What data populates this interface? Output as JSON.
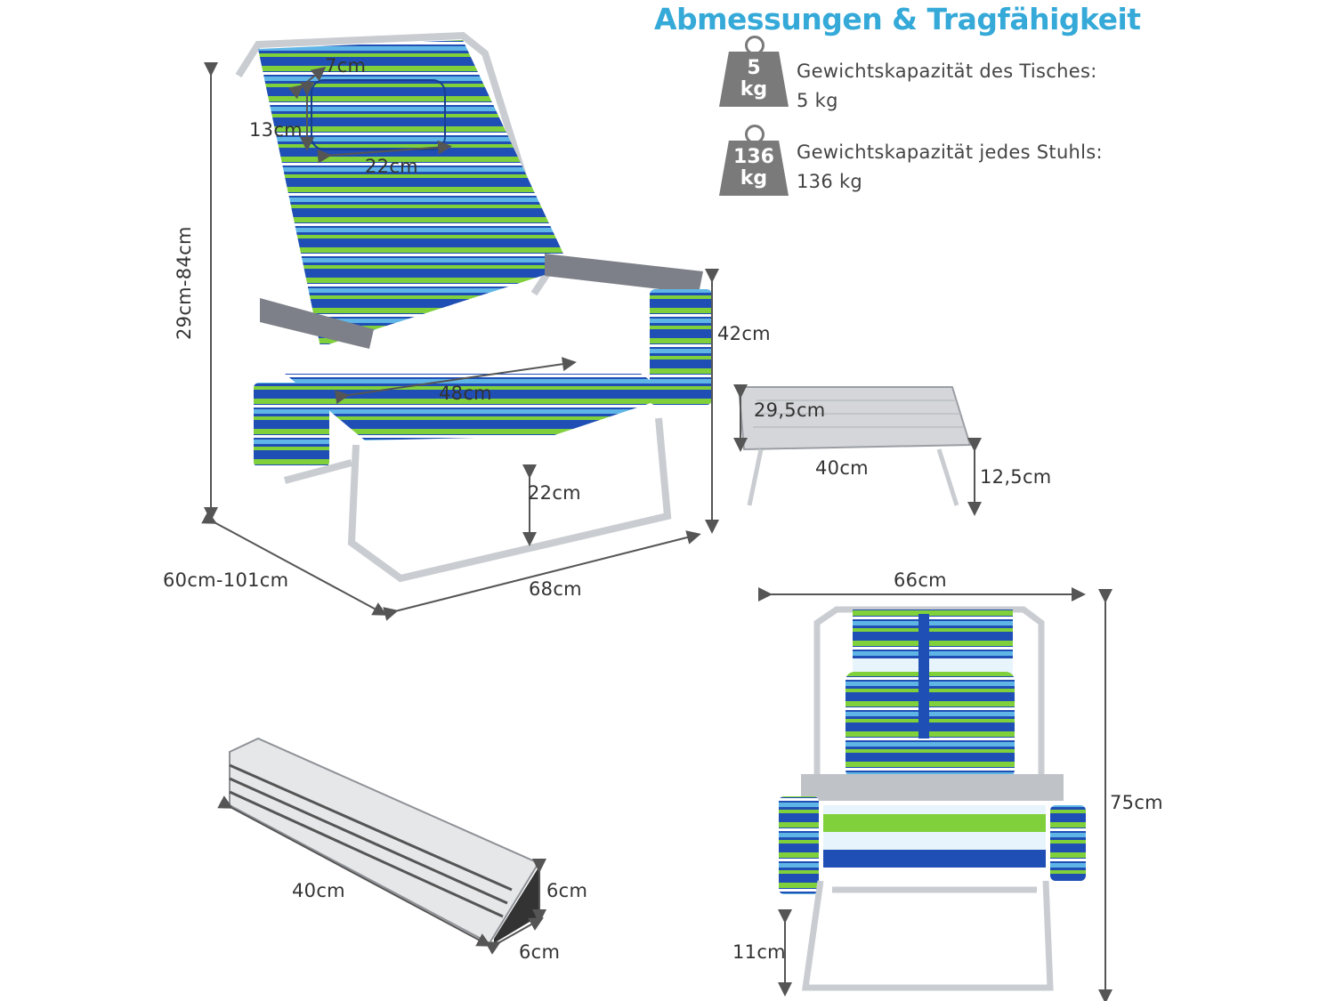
{
  "title": "Abmessungen & Tragfähigkeit",
  "specs": [
    {
      "badge_value": "5",
      "badge_unit": "kg",
      "label": "Gewichtskapazität des Tisches:",
      "value": "5 kg"
    },
    {
      "badge_value": "136",
      "badge_unit": "kg",
      "label": "Gewichtskapazität jedes Stuhls:",
      "value": "136 kg"
    }
  ],
  "dimensions": {
    "headrest_depth": "7cm",
    "headrest_height": "13cm",
    "headrest_width": "22cm",
    "height_range": "29cm-84cm",
    "depth_range": "60cm-101cm",
    "chair_width": "68cm",
    "seat_width": "48cm",
    "seat_height": "22cm",
    "armrest_height": "42cm",
    "table_depth": "29,5cm",
    "table_width": "40cm",
    "table_height": "12,5cm",
    "front_width": "66cm",
    "front_height": "75cm",
    "front_leg": "11cm",
    "folded_length": "40cm",
    "folded_height": "6cm",
    "folded_width": "6cm"
  },
  "colors": {
    "title": "#35a9d8",
    "badge": "#7a7a7a",
    "stripe_blue": "#1f4fb5",
    "stripe_green": "#7fd03a",
    "stripe_light": "#5fb6e6",
    "frame": "#c9ccd1"
  }
}
